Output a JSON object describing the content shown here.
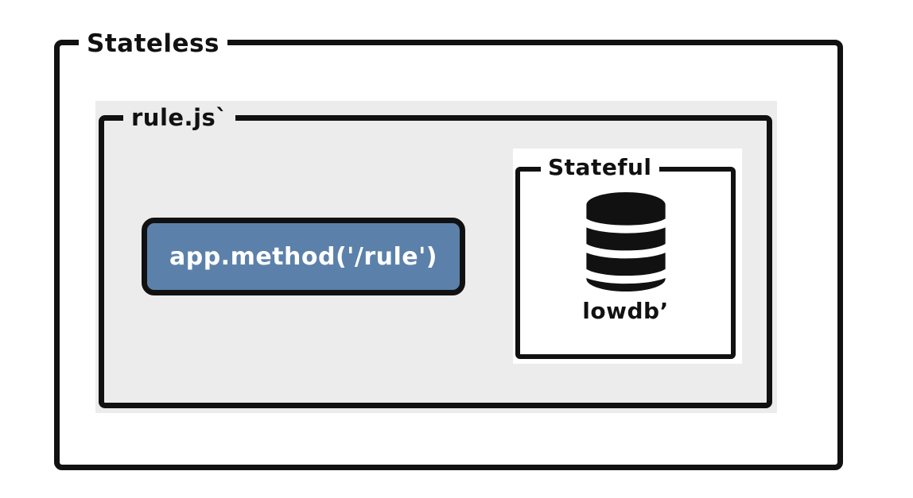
{
  "diagram": {
    "outer_label": "Stateless",
    "file_label": "rule.js`",
    "method_call": "app.method('/rule')",
    "stateful_label": "Stateful",
    "db_label": "lowdb’"
  },
  "icons": {
    "database": "database-icon"
  },
  "colors": {
    "line": "#111111",
    "panel_gray": "#ececec",
    "button_blue": "#5b81aa",
    "button_text": "#ffffff",
    "background": "#ffffff"
  }
}
